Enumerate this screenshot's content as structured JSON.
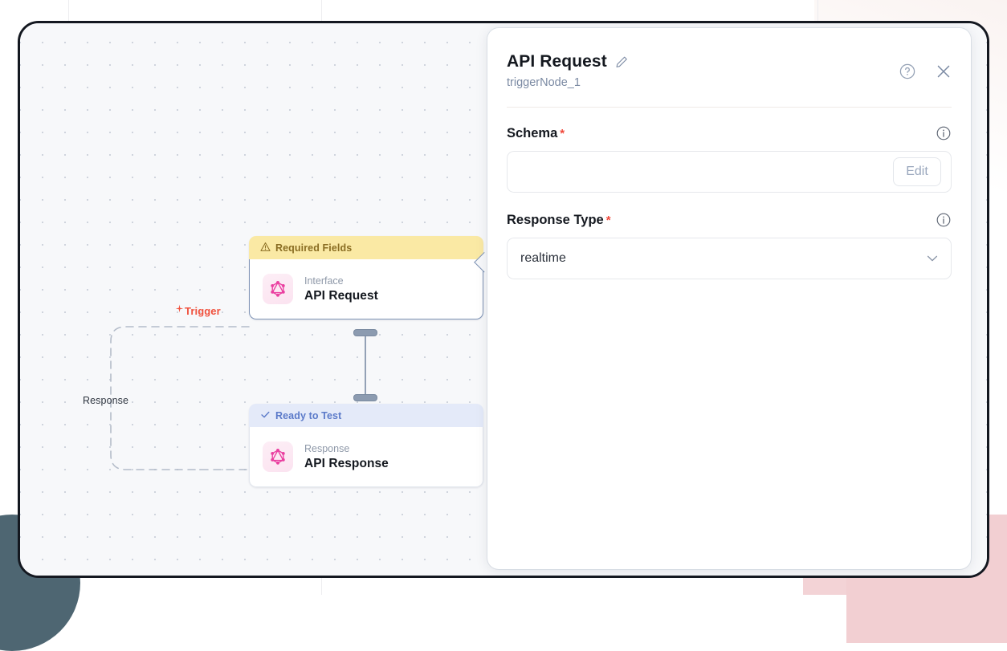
{
  "app": {
    "frame_border_color": "#141820",
    "canvas_bg": "#f7f8fa",
    "grid_dot_color": "#cfd4dd"
  },
  "canvas": {
    "edges": [
      {
        "label": "Trigger",
        "icon": "lightning-bolt-icon",
        "color": "#f0523e"
      },
      {
        "label": "Response",
        "icon": "",
        "color": "#2f3640"
      }
    ],
    "nodes": [
      {
        "id": "node-api-request",
        "banner": {
          "text": "Required Fields",
          "icon": "warning-triangle-icon",
          "bg": "#fae9a4",
          "fg": "#8a6d22"
        },
        "kind": "Interface",
        "title": "API Request",
        "icon": "graphql-icon",
        "selected": true
      },
      {
        "id": "node-api-response",
        "banner": {
          "text": "Ready to Test",
          "icon": "check-icon",
          "bg": "#e4eaf9",
          "fg": "#5b7ac9"
        },
        "kind": "Response",
        "title": "API Response",
        "icon": "graphql-icon",
        "selected": false
      }
    ]
  },
  "panel": {
    "title": "API Request",
    "subtitle": "triggerNode_1",
    "edit_title_icon": "pencil-icon",
    "help_icon": "circle-question-icon",
    "close_icon": "close-x-icon",
    "fields": [
      {
        "label": "Schema",
        "required": true,
        "required_marker": "*",
        "info_icon": "info-circle-icon",
        "control": "button",
        "value": "",
        "button_label": "Edit"
      },
      {
        "label": "Response Type",
        "required": true,
        "required_marker": "*",
        "info_icon": "info-circle-icon",
        "control": "select",
        "value": "realtime",
        "chevron_icon": "chevron-down-icon"
      }
    ]
  }
}
